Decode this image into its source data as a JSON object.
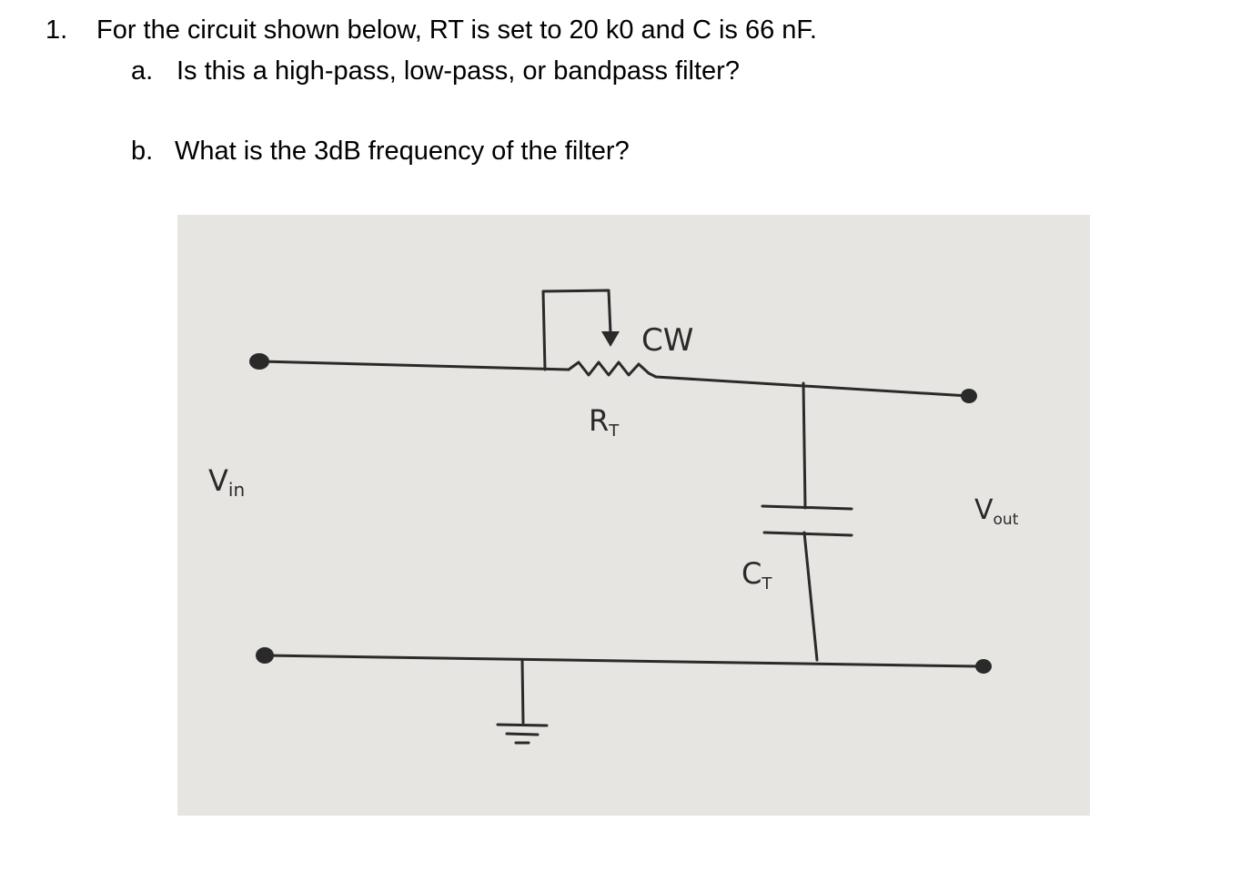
{
  "question": {
    "number": "1.",
    "text": "For the circuit shown below, RT is set to 20 k0 and C is 66 nF.",
    "parts": [
      {
        "letter": "a.",
        "text": "Is this a high-pass, low-pass, or bandpass filter?"
      },
      {
        "letter": "b.",
        "text": "What is the 3dB frequency of the filter?"
      }
    ]
  },
  "circuit": {
    "wiper_label": "CW",
    "resistor_label_main": "R",
    "resistor_label_sub": "T",
    "capacitor_label_main": "C",
    "capacitor_label_sub": "T",
    "input_label_main": "V",
    "input_label_sub": "in",
    "output_label_main": "V",
    "output_label_sub": "out",
    "colors": {
      "paper": "#e7e5e2",
      "ink": "#2a2a2a"
    }
  }
}
